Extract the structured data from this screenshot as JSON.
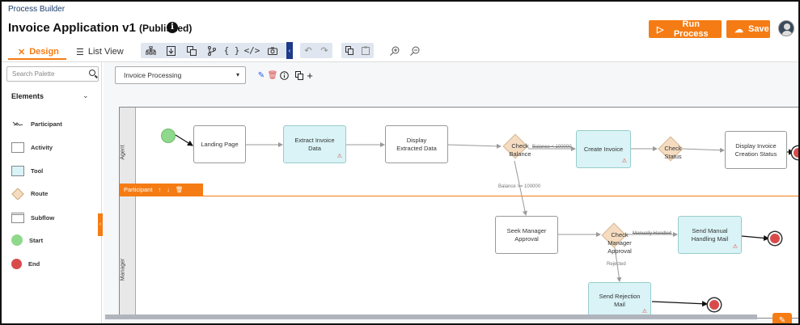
{
  "app": {
    "name": "Process Builder"
  },
  "header": {
    "title": "Invoice Application v1",
    "status": "(Published)",
    "run_label": "Run Process",
    "save_label": "Save"
  },
  "tabs": [
    {
      "label": "Design",
      "active": true
    },
    {
      "label": "List View",
      "active": false
    }
  ],
  "toolbar": {
    "icons": [
      "hierarchy-icon",
      "export-icon",
      "translate-icon",
      "branch-icon",
      "braces-icon",
      "code-icon",
      "camera-icon",
      "collapse-icon",
      "undo-icon",
      "redo-icon",
      "copy-icon",
      "paste-icon",
      "zoom-in-icon",
      "zoom-out-icon"
    ]
  },
  "sidebar": {
    "search_placeholder": "Search Palette",
    "elements_title": "Elements",
    "items": [
      {
        "label": "Participant",
        "icon": "participant-icon"
      },
      {
        "label": "Activity",
        "icon": "activity-icon"
      },
      {
        "label": "Tool",
        "icon": "tool-icon"
      },
      {
        "label": "Route",
        "icon": "route-icon"
      },
      {
        "label": "Subflow",
        "icon": "subflow-icon"
      },
      {
        "label": "Start",
        "icon": "start-icon"
      },
      {
        "label": "End",
        "icon": "end-icon"
      }
    ]
  },
  "canvas": {
    "process_select": "Invoice Processing",
    "lanes": [
      "Agent",
      "Manager"
    ],
    "participant_bar": "Participant",
    "nodes": {
      "landing": "Landing Page",
      "extract": "Extract Invoice Data",
      "display_extracted": "Display Extracted Data",
      "check_balance": "Check Balance",
      "create_invoice": "Create Invoice",
      "check_status": "Check Status",
      "display_status": "Display Invoice Creation Status",
      "seek_approval": "Seek Manager Approval",
      "check_approval": "Check Manager Approval",
      "manual_mail": "Send Manual Handling Mail",
      "rejection_mail": "Send Rejection Mail"
    },
    "edge_labels": {
      "balance_lt": "Balance < 100000",
      "balance_ge": "Balance >= 100000",
      "manually_handled": "Manually Handled",
      "rejected": "Rejected"
    }
  },
  "colors": {
    "accent": "#f57c14",
    "tool_fill": "#d9f3f6",
    "gateway_fill": "#f5dcc0",
    "start_fill": "#8fd98c",
    "end_fill": "#d94b4b"
  }
}
